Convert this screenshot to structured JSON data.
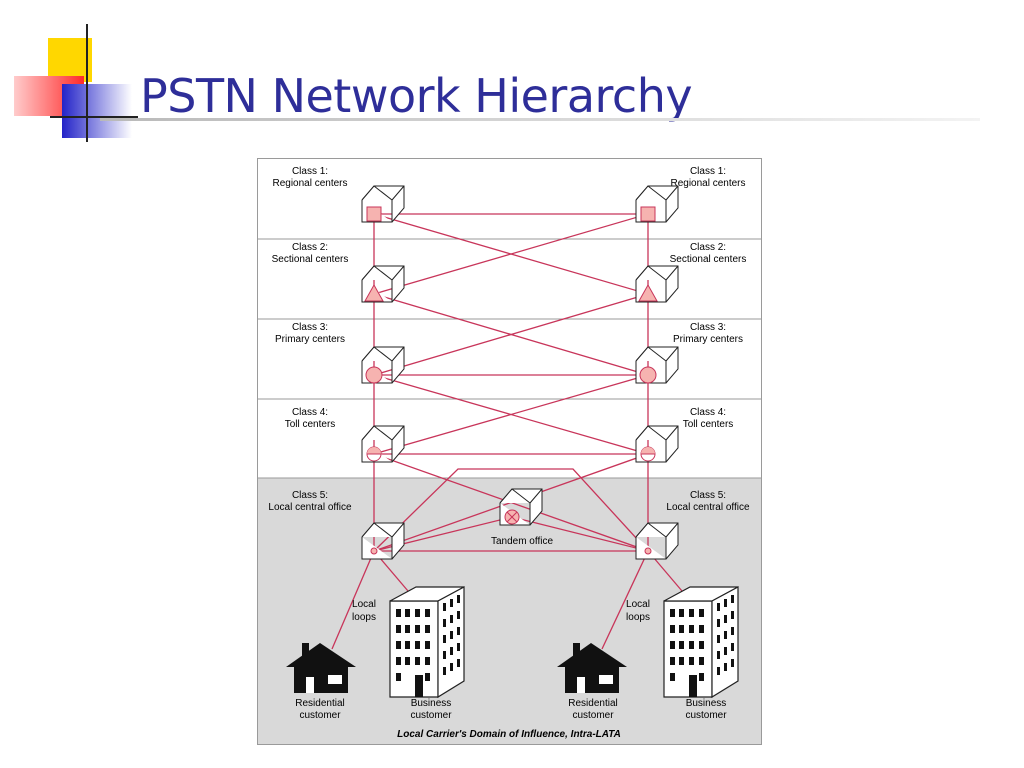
{
  "slide": {
    "title": "PSTN Network Hierarchy"
  },
  "colors": {
    "title": "#2e2e99",
    "link": "#c8355a",
    "symbol_fill": "#f6b3b0",
    "shaded_band": "#d9d9d9"
  },
  "diagram": {
    "tiers": [
      {
        "id": "class1",
        "line1": "Class 1:",
        "line2": "Regional centers",
        "symbol": "square"
      },
      {
        "id": "class2",
        "line1": "Class 2:",
        "line2": "Sectional centers",
        "symbol": "triangle"
      },
      {
        "id": "class3",
        "line1": "Class 3:",
        "line2": "Primary centers",
        "symbol": "circle"
      },
      {
        "id": "class4",
        "line1": "Class 4:",
        "line2": "Toll centers",
        "symbol": "half-circle"
      },
      {
        "id": "class5",
        "line1": "Class 5:",
        "line2": "Local central office",
        "symbol": "dot"
      }
    ],
    "tandem": {
      "label": "Tandem office",
      "symbol": "circle-x"
    },
    "loops": {
      "line1": "Local",
      "line2": "loops"
    },
    "customers": {
      "residential": {
        "line1": "Residential",
        "line2": "customer"
      },
      "business": {
        "line1": "Business",
        "line2": "customer"
      }
    },
    "footer": "Local Carrier's Domain of Influence, Intra-LATA"
  }
}
